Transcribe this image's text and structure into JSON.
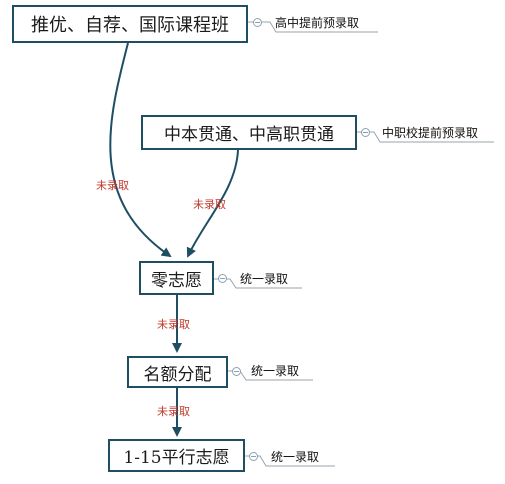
{
  "nodes": {
    "recommend": {
      "label": "推优、自荐、国际课程班",
      "note": "高中提前预录取"
    },
    "through": {
      "label": "中本贯通、中高职贯通",
      "note": "中职校提前预录取"
    },
    "zero": {
      "label": "零志愿",
      "note": "统一录取"
    },
    "quota": {
      "label": "名额分配",
      "note": "统一录取"
    },
    "parallel": {
      "label": "1-15平行志愿",
      "note": "统一录取"
    }
  },
  "edges": {
    "recommend_to_zero": "未录取",
    "through_to_zero": "未录取",
    "zero_to_quota": "未录取",
    "quota_to_parallel": "未录取"
  },
  "colors": {
    "node_border": "#1f4e63",
    "arrow": "#1f4e63",
    "edge_label": "#c0392b",
    "connector": "#9aa3ab"
  }
}
